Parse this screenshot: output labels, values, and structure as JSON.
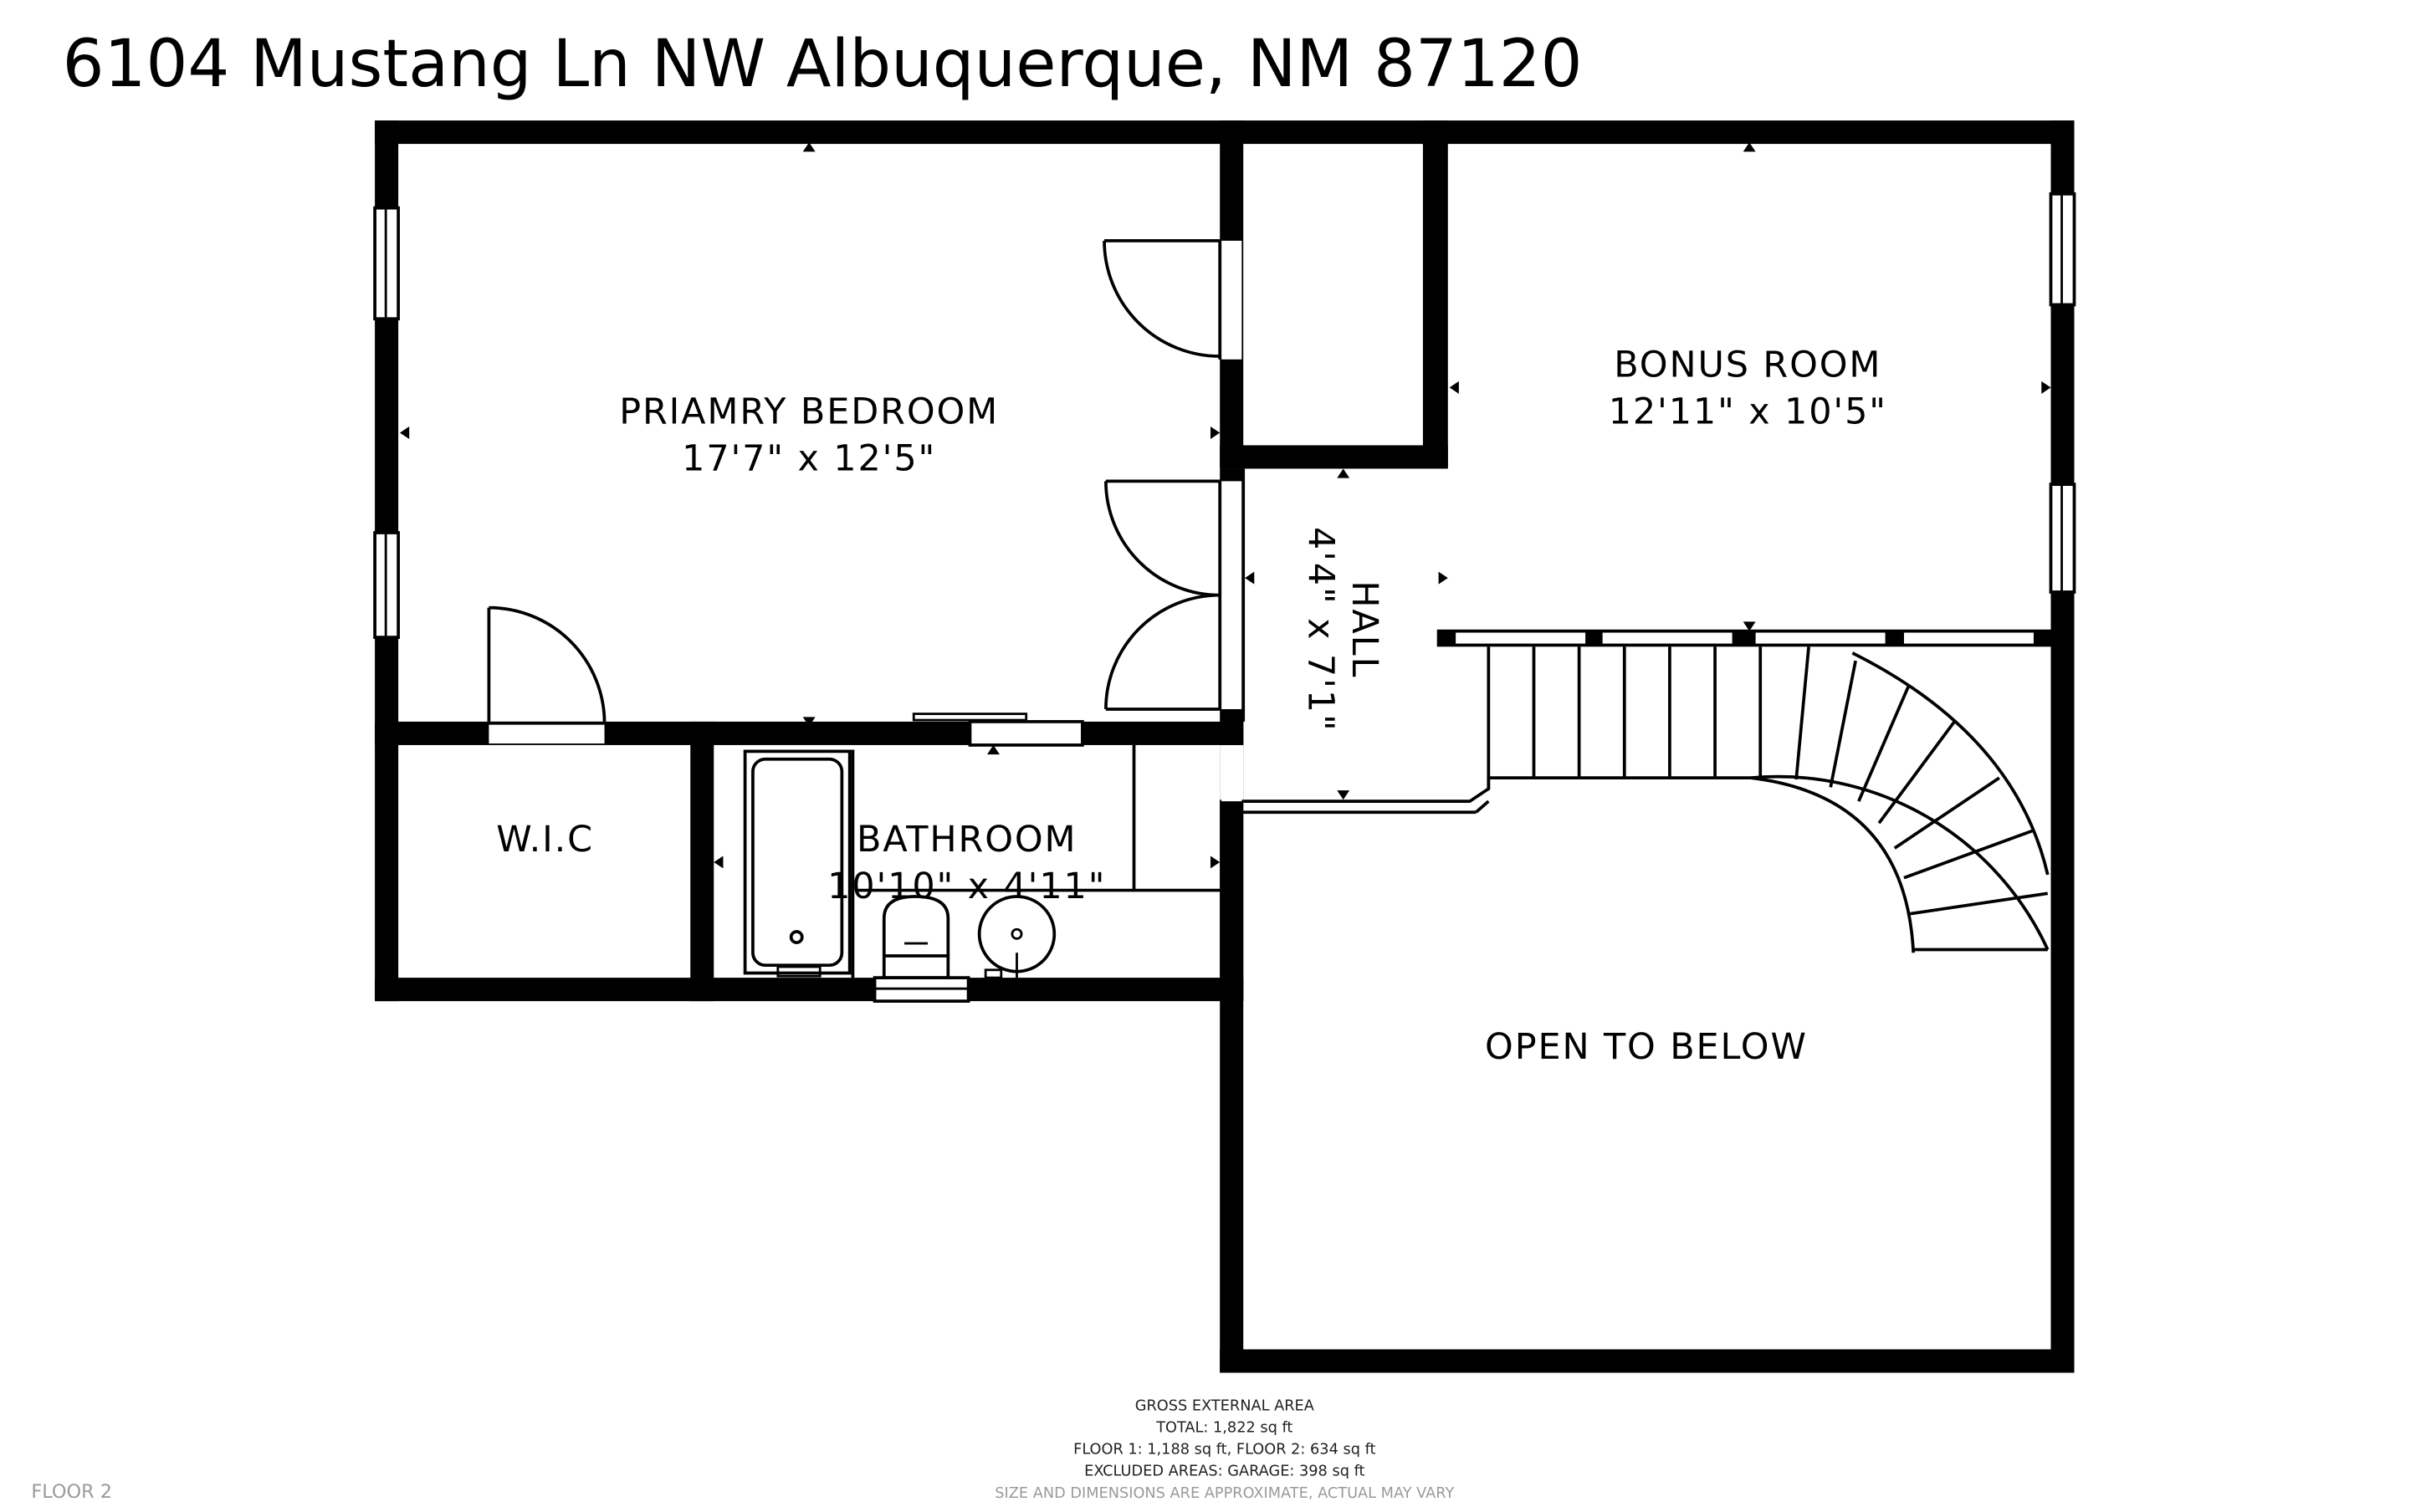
{
  "header": {
    "address": "6104 Mustang Ln NW Albuquerque, NM 87120"
  },
  "rooms": {
    "primary_bedroom": {
      "name": "PRIAMRY BEDROOM",
      "dims": "17'7\" x 12'5\""
    },
    "bonus_room": {
      "name": "BONUS ROOM",
      "dims": "12'11\" x 10'5\""
    },
    "hall": {
      "name": "HALL",
      "dims": "4'4\" x 7'1\""
    },
    "wic": {
      "name": "W.I.C"
    },
    "bathroom": {
      "name": "BATHROOM",
      "dims": "10'10\" x 4'11\""
    },
    "open_to_below": {
      "name": "OPEN TO BELOW"
    }
  },
  "area_summary": {
    "heading": "GROSS EXTERNAL AREA",
    "total": "TOTAL: 1,822 sq ft",
    "floors": "FLOOR 1: 1,188 sq ft, FLOOR 2: 634 sq ft",
    "excluded": "EXCLUDED AREAS: GARAGE: 398 sq ft",
    "disclaimer": "SIZE AND DIMENSIONS ARE APPROXIMATE, ACTUAL MAY VARY"
  },
  "floor_label": "FLOOR 2"
}
